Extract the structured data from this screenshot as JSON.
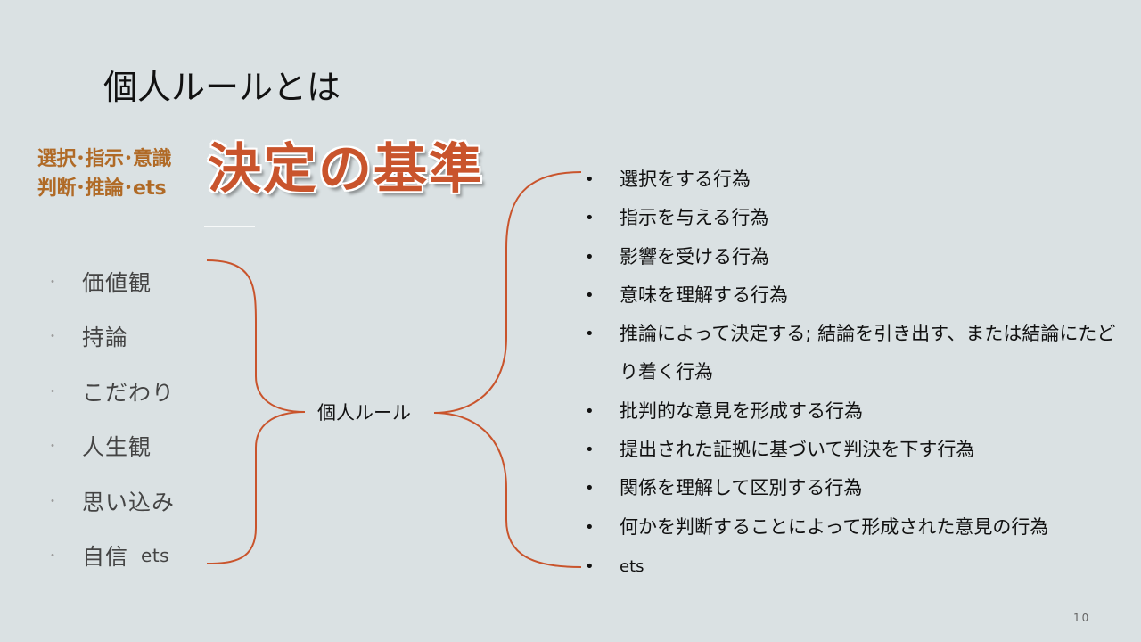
{
  "title": "個人ルールとは",
  "subtitle": {
    "line1": "選択･指示･意識",
    "line2": "判断･推論･ets",
    "big": "決定の基準"
  },
  "left_bullet": "・",
  "left_items": [
    {
      "label": "価値観",
      "extra": ""
    },
    {
      "label": "持論",
      "extra": ""
    },
    {
      "label": "こだわり",
      "extra": ""
    },
    {
      "label": "人生観",
      "extra": ""
    },
    {
      "label": "思い込み",
      "extra": ""
    },
    {
      "label": "自信",
      "extra": "ets"
    }
  ],
  "center_label": "個人ルール",
  "right_bullet": "•",
  "right_items": [
    "選択をする行為",
    "指示を与える行為",
    "影響を受ける行為",
    "意味を理解する行為",
    "推論によって決定する; 結論を引き出す、または結論にたどり着く行為",
    "批判的な意見を形成する行為",
    "提出された証拠に基づいて判決を下す行為",
    "関係を理解して区別する行為",
    "何かを判断することによって形成された意見の行為",
    "ets"
  ],
  "page_number": "10",
  "colors": {
    "background": "#dae1e3",
    "accent": "#c9542c",
    "subtitle": "#b06a26",
    "brace": "#c9542c"
  }
}
